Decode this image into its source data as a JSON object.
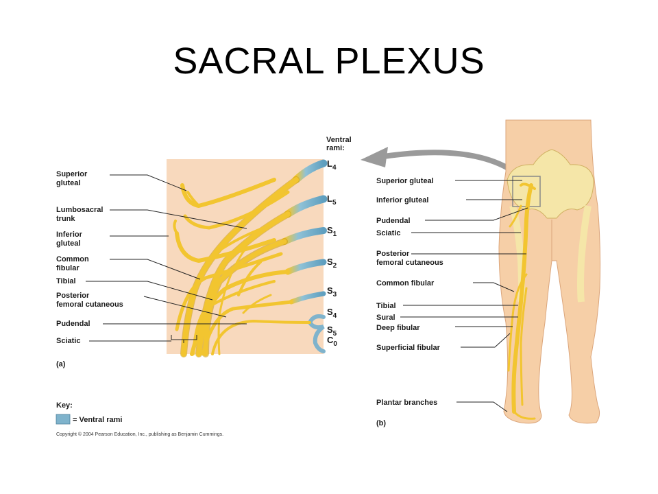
{
  "title": "SACRAL PLEXUS",
  "panel_a": {
    "labels": [
      "Superior",
      "gluteal",
      "Lumbosacral",
      "trunk",
      "Inferior",
      "gluteal",
      "Common",
      "fibular",
      "Tibial",
      "Posterior",
      "femoral cutaneous",
      "Pudendal",
      "Sciatic"
    ],
    "header": [
      "Ventral",
      "rami:"
    ],
    "spinal": [
      {
        "letter": "L",
        "num": "4"
      },
      {
        "letter": "L",
        "num": "5"
      },
      {
        "letter": "S",
        "num": "1"
      },
      {
        "letter": "S",
        "num": "2"
      },
      {
        "letter": "S",
        "num": "3"
      },
      {
        "letter": "S",
        "num": "4"
      },
      {
        "letter": "S",
        "num": "5"
      },
      {
        "letter": "C",
        "num": "0"
      }
    ],
    "tag": "(a)"
  },
  "panel_b": {
    "labels": [
      "Superior gluteal",
      "Inferior gluteal",
      "Pudendal",
      "Sciatic",
      "Posterior",
      "femoral cutaneous",
      "Common fibular",
      "Tibial",
      "Sural",
      "Deep fibular",
      "Superficial fibular",
      "Plantar branches"
    ],
    "tag": "(b)"
  },
  "key": {
    "title": "Key:",
    "item": "= Ventral rami"
  },
  "copyright": "Copyright © 2004 Pearson Education, Inc., publishing as Benjamin Cummings.",
  "colors": {
    "nerve": "#f2c530",
    "nerve_edge": "#c99a10",
    "ventral_rami": "#7fb3cc",
    "panel_bg": "#f8d9bd",
    "skin": "#f6cfa7"
  }
}
